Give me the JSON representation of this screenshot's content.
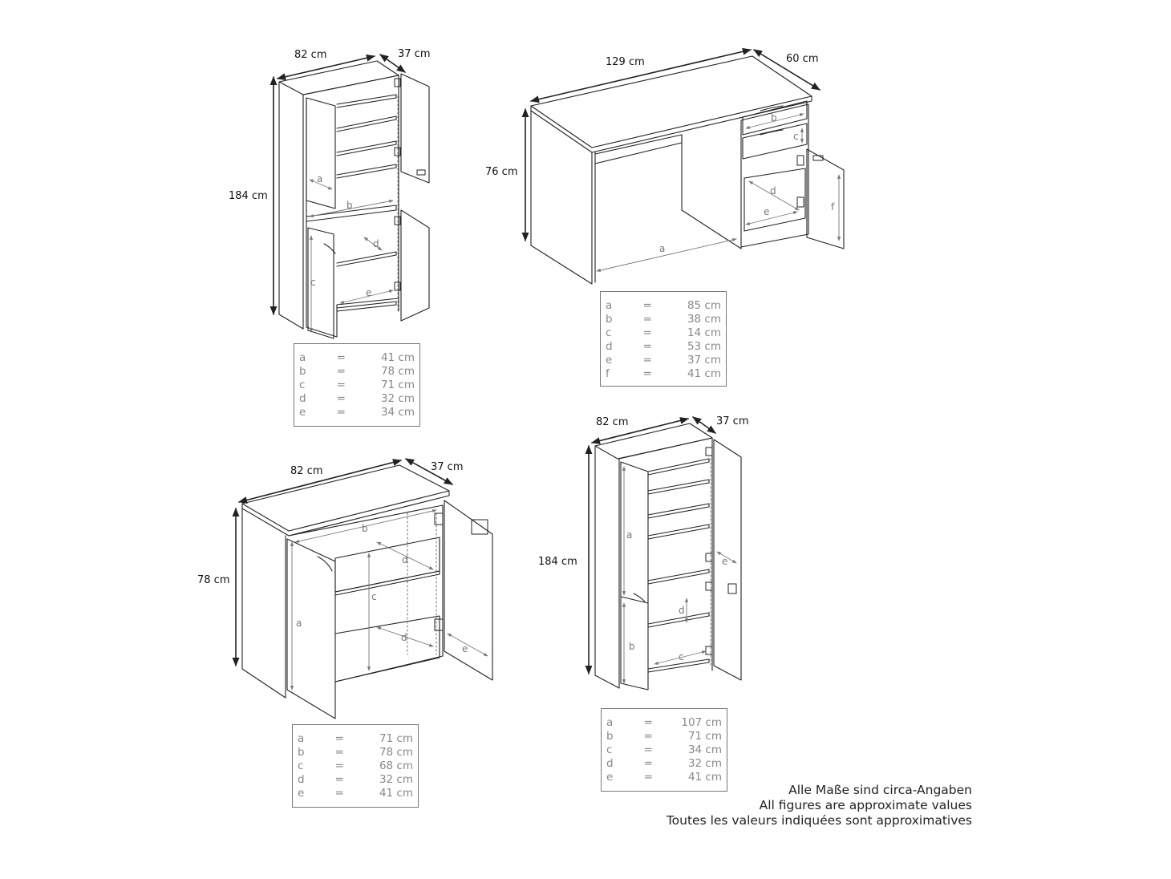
{
  "products": {
    "tall_cabinet_top_left": {
      "width": "82 cm",
      "depth": "37 cm",
      "height": "184 cm",
      "labels": [
        "a",
        "b",
        "c",
        "d",
        "e"
      ],
      "legend": [
        {
          "key": "a",
          "eq": "=",
          "value": "41 cm"
        },
        {
          "key": "b",
          "eq": "=",
          "value": "78 cm"
        },
        {
          "key": "c",
          "eq": "=",
          "value": "71 cm"
        },
        {
          "key": "d",
          "eq": "=",
          "value": "32 cm"
        },
        {
          "key": "e",
          "eq": "=",
          "value": "34 cm"
        }
      ]
    },
    "desk": {
      "width": "129 cm",
      "depth": "60 cm",
      "height": "76 cm",
      "labels": [
        "a",
        "b",
        "c",
        "d",
        "e",
        "f"
      ],
      "legend": [
        {
          "key": "a",
          "eq": "=",
          "value": "85 cm"
        },
        {
          "key": "b",
          "eq": "=",
          "value": "38 cm"
        },
        {
          "key": "c",
          "eq": "=",
          "value": "14 cm"
        },
        {
          "key": "d",
          "eq": "=",
          "value": "53 cm"
        },
        {
          "key": "e",
          "eq": "=",
          "value": "37 cm"
        },
        {
          "key": "f",
          "eq": "=",
          "value": "41 cm"
        }
      ]
    },
    "low_cabinet": {
      "width": "82 cm",
      "depth": "37 cm",
      "height": "78 cm",
      "labels": [
        "a",
        "b",
        "c",
        "d",
        "d",
        "e"
      ],
      "legend": [
        {
          "key": "a",
          "eq": "=",
          "value": "71 cm"
        },
        {
          "key": "b",
          "eq": "=",
          "value": "78 cm"
        },
        {
          "key": "c",
          "eq": "=",
          "value": "68 cm"
        },
        {
          "key": "d",
          "eq": "=",
          "value": "32 cm"
        },
        {
          "key": "e",
          "eq": "=",
          "value": "41 cm"
        }
      ]
    },
    "tall_cabinet_bottom_right": {
      "width": "82 cm",
      "depth": "37 cm",
      "height": "184 cm",
      "labels": [
        "a",
        "b",
        "c",
        "d",
        "e"
      ],
      "legend": [
        {
          "key": "a",
          "eq": "=",
          "value": "107 cm"
        },
        {
          "key": "b",
          "eq": "=",
          "value": "71 cm"
        },
        {
          "key": "c",
          "eq": "=",
          "value": "34 cm"
        },
        {
          "key": "d",
          "eq": "=",
          "value": "32 cm"
        },
        {
          "key": "e",
          "eq": "=",
          "value": "41 cm"
        }
      ]
    }
  },
  "note": {
    "de": "Alle Maße sind circa-Angaben",
    "en": "All figures are approximate values",
    "fr": "Toutes les valeurs indiquées sont approximatives"
  }
}
